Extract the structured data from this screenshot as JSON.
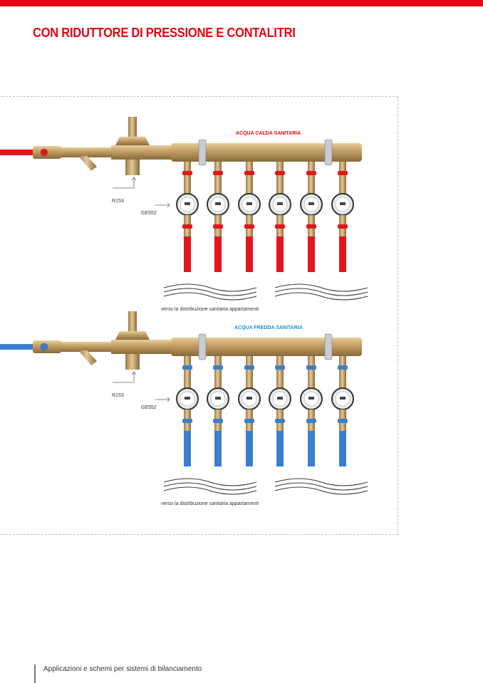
{
  "header": {
    "title": "CON RIDUTTORE DI PRESSIONE E CONTALITRI"
  },
  "diagram": {
    "hot": {
      "label": "ACQUA CALDA SANITARIA",
      "label_color": "#e30613",
      "pipe_color": "#e3161b",
      "reducer_label": "R153",
      "meter_label": "GE552",
      "caption": "verso la distribuzione sanitaria appartamenti"
    },
    "cold": {
      "label": "ACQUA FREDDA SANITARIA",
      "label_color": "#1f8fd6",
      "pipe_color": "#3a7fcf",
      "reducer_label": "R153",
      "meter_label": "GE552",
      "caption": "verso la distribuzione sanitaria appartamenti"
    },
    "branch_count": 6
  },
  "footer": {
    "text": "Applicazioni e schemi per sistemi di bilanciamento"
  }
}
